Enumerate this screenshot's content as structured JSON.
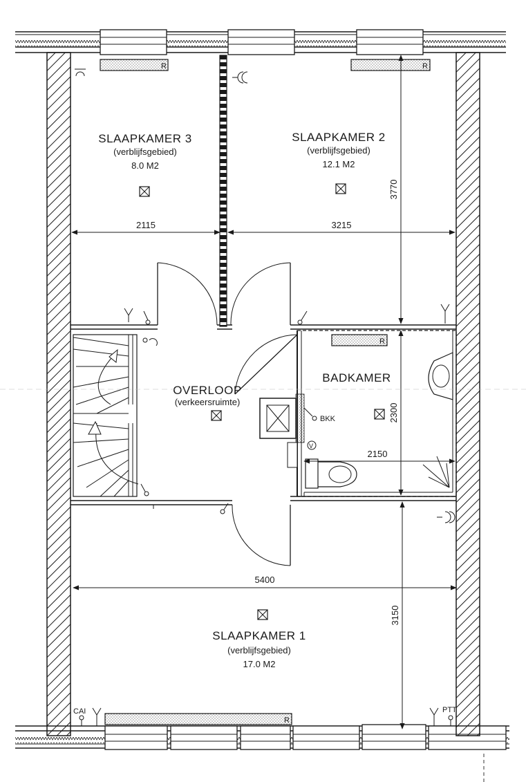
{
  "rooms": {
    "slaapkamer3": {
      "name": "SLAAPKAMER  3",
      "type": "(verblijfsgebied)",
      "area": "8.0  M2"
    },
    "slaapkamer2": {
      "name": "SLAAPKAMER  2",
      "type": "(verblijfsgebied)",
      "area": "12.1  M2"
    },
    "overloop": {
      "name": "OVERLOOP",
      "type": "(verkeersruimte)"
    },
    "badkamer": {
      "name": "BADKAMER"
    },
    "slaapkamer1": {
      "name": "SLAAPKAMER  1",
      "type": "(verblijfsgebied)",
      "area": "17.0  M2"
    }
  },
  "dimensions": {
    "sk3_width": "2115",
    "sk2_width": "3215",
    "sk2_depth": "3770",
    "bad_depth": "2300",
    "bad_width": "2150",
    "sk1_width": "5400",
    "sk1_depth": "3150"
  },
  "labels": {
    "radiator": "R",
    "bkk": "BKK",
    "valve": "V",
    "cai": "CAI",
    "ptt": "PTT"
  }
}
